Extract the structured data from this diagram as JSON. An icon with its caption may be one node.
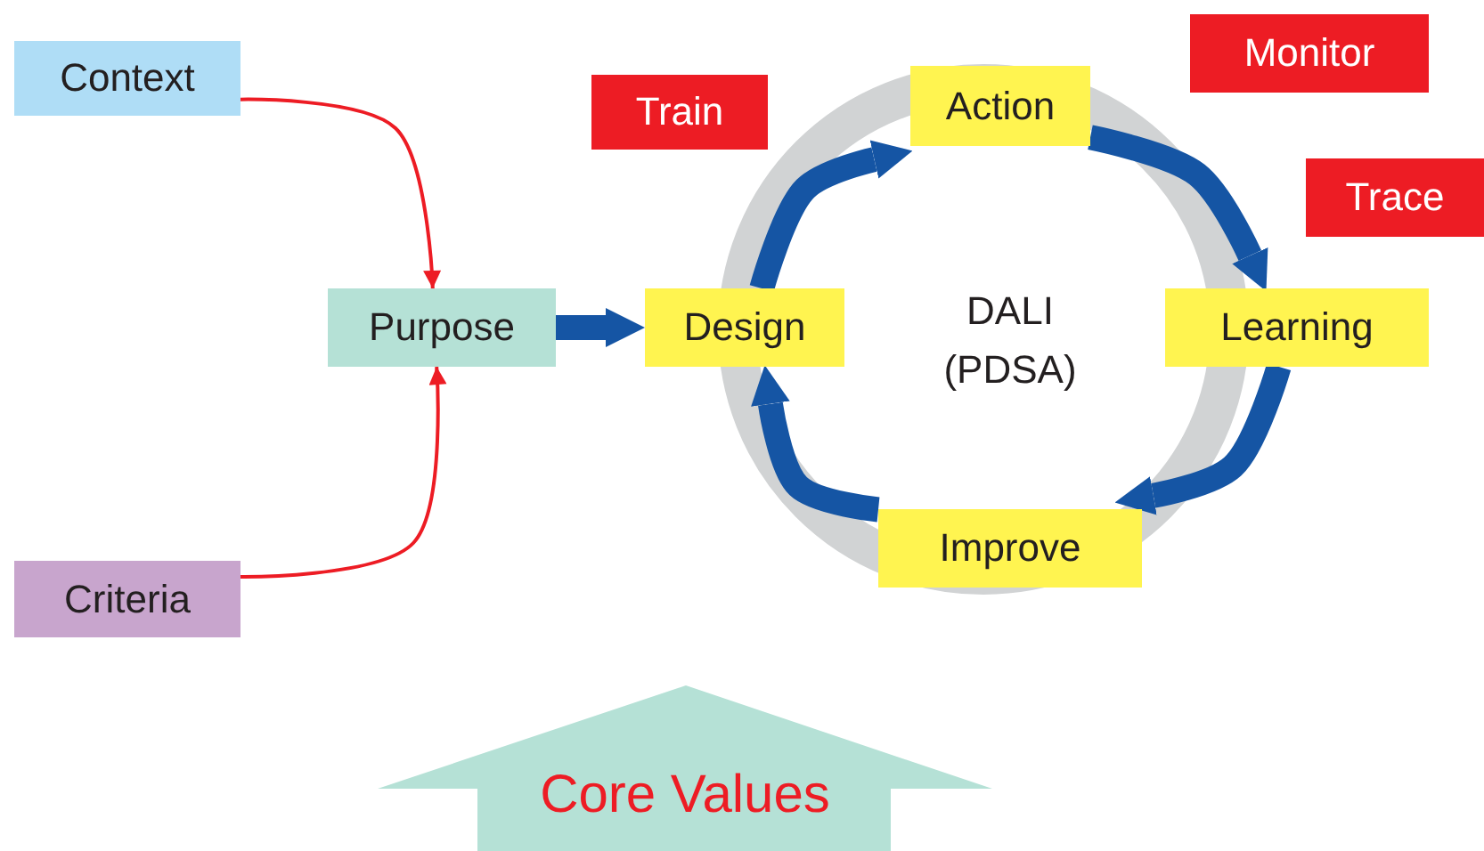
{
  "diagram": {
    "nodes": [
      {
        "text": [
          "Context"
        ]
      },
      {
        "text": [
          "Purpose"
        ]
      },
      {
        "text": [
          "Criteria"
        ]
      },
      {
        "text": [
          "Design"
        ]
      },
      {
        "text": [
          "Action"
        ]
      },
      {
        "text": [
          "Learning"
        ]
      },
      {
        "text": [
          "Improve"
        ]
      },
      {
        "text": [
          "Train"
        ]
      },
      {
        "text": [
          "Monitor"
        ]
      },
      {
        "text": [
          "Trace"
        ]
      },
      {
        "text": [
          "Core Values"
        ]
      }
    ],
    "edges": [
      {
        "from": 0,
        "to": 1,
        "arrow": "to",
        "color": "#ed1c24"
      },
      {
        "from": 2,
        "to": 1,
        "arrow": "to",
        "color": "#ed1c24"
      },
      {
        "from": 1,
        "to": 3,
        "arrow": "to"
      },
      {
        "from": 3,
        "to": 4,
        "arrow": "to"
      },
      {
        "from": 4,
        "to": 5,
        "arrow": "to"
      },
      {
        "from": 5,
        "to": 6,
        "arrow": "to"
      },
      {
        "from": 6,
        "to": 3,
        "arrow": "to"
      }
    ],
    "labels": [
      "DALI (PDSA)"
    ]
  }
}
